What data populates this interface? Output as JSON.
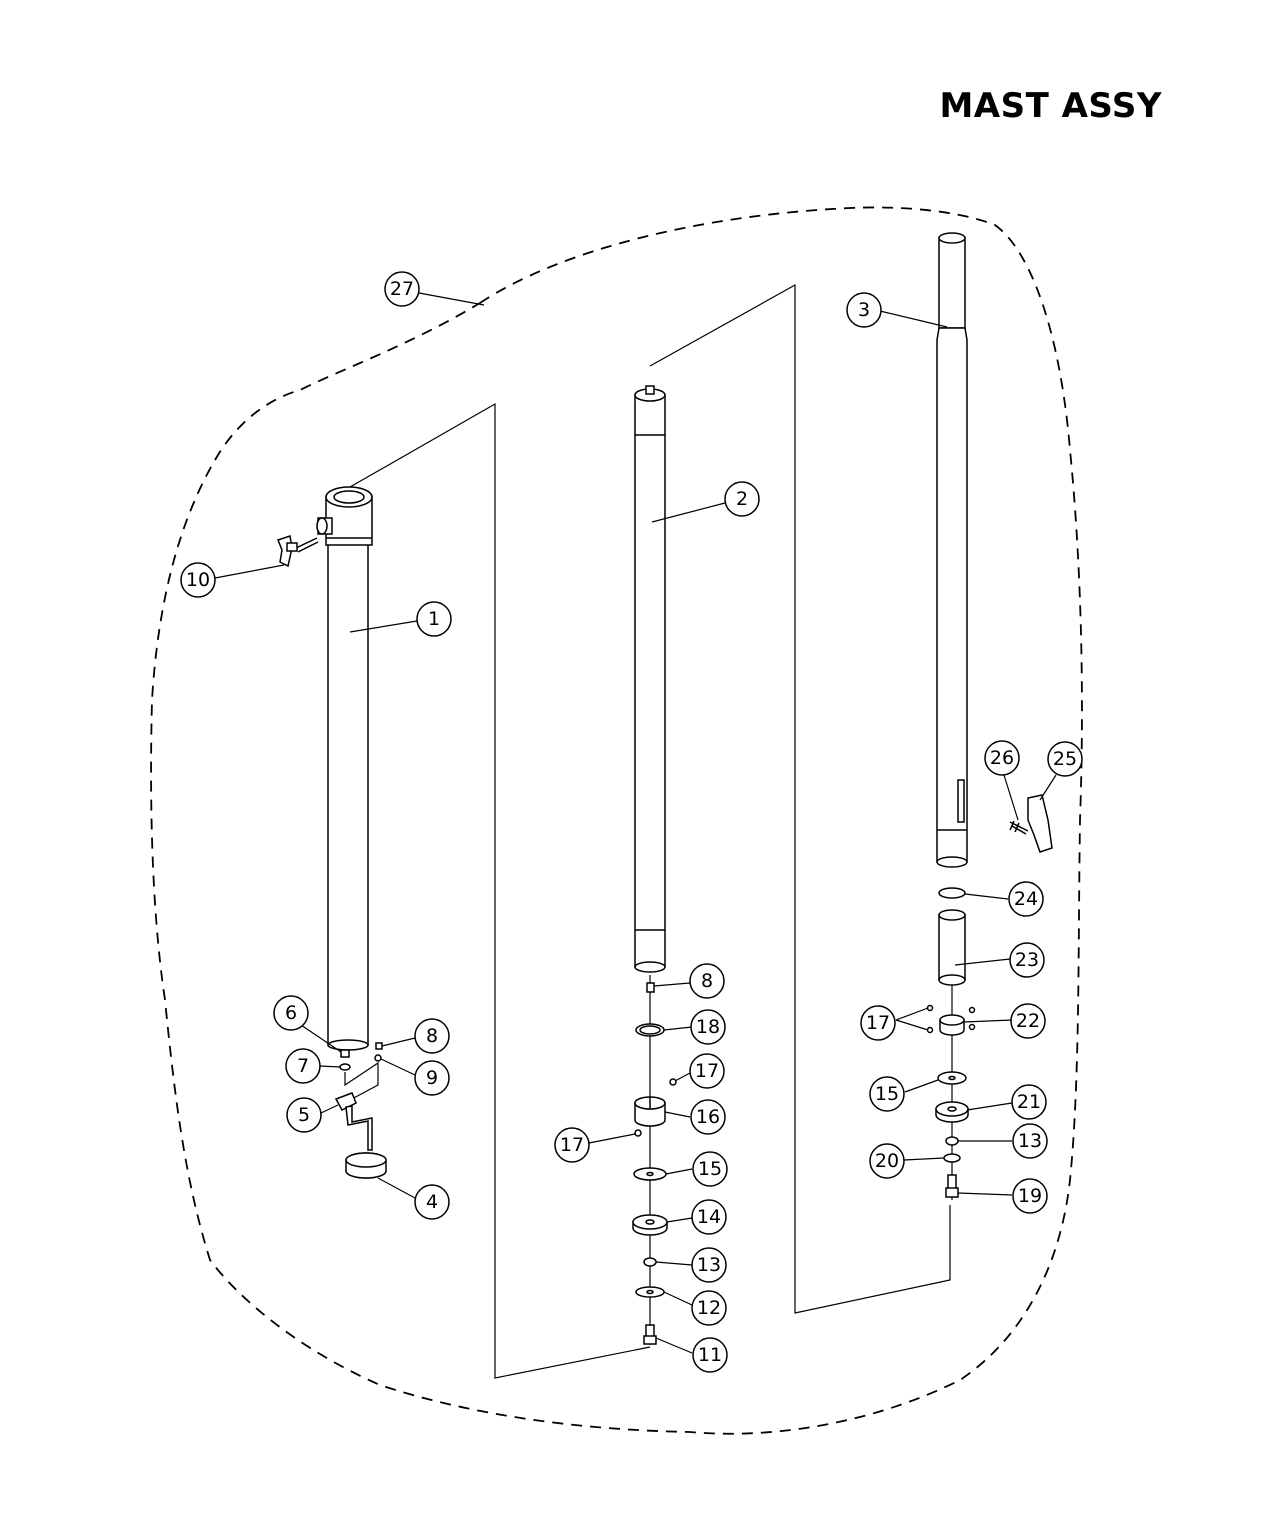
{
  "title": "MAST ASSY",
  "callouts": {
    "c1": "1",
    "c2": "2",
    "c3": "3",
    "c4": "4",
    "c5": "5",
    "c6": "6",
    "c7": "7",
    "c8a": "8",
    "c8b": "8",
    "c9": "9",
    "c10": "10",
    "c11": "11",
    "c12": "12",
    "c13a": "13",
    "c13b": "13",
    "c14": "14",
    "c15a": "15",
    "c15b": "15",
    "c16": "16",
    "c17a": "17",
    "c17b": "17",
    "c17c": "17",
    "c18": "18",
    "c19": "19",
    "c20": "20",
    "c21": "21",
    "c22": "22",
    "c23": "23",
    "c24": "24",
    "c25": "25",
    "c26": "26",
    "c27": "27"
  }
}
